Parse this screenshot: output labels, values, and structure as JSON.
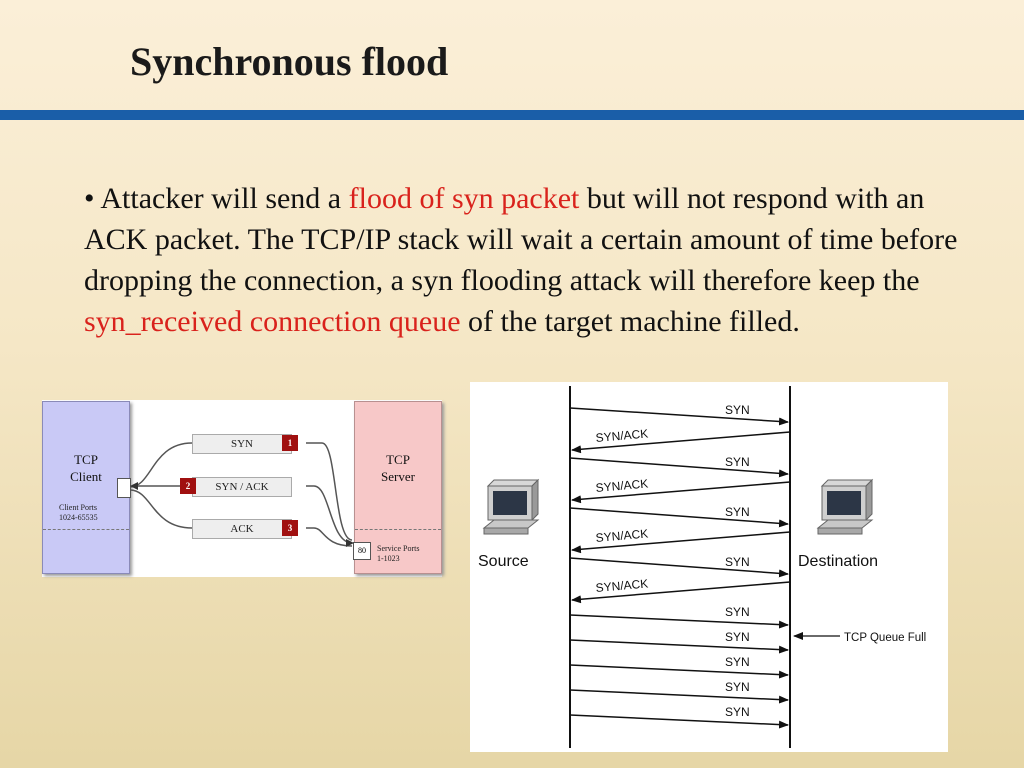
{
  "slide": {
    "title": "Synchronous flood",
    "bullet": {
      "marker": "•",
      "t1": "Attacker will send a ",
      "h1": "flood of syn packet",
      "t2": " but will not respond with an ACK packet. The TCP/IP stack will wait a certain amount of time before dropping the connection, a syn flooding attack will therefore keep the ",
      "h2": "syn_received connection queue",
      "t3": " of the target machine filled."
    }
  },
  "handshake": {
    "client": {
      "title1": "TCP",
      "title2": "Client",
      "ports1": "Client Ports",
      "ports2": "1024-65535"
    },
    "server": {
      "title1": "TCP",
      "title2": "Server",
      "port": "80",
      "ports1": "Service Ports",
      "ports2": "1-1023"
    },
    "messages": [
      {
        "label": "SYN",
        "num": "1"
      },
      {
        "label": "SYN / ACK",
        "num": "2"
      },
      {
        "label": "ACK",
        "num": "3"
      }
    ]
  },
  "flood": {
    "source": "Source",
    "destination": "Destination",
    "queue_full": "TCP Queue Full",
    "syn": "SYN",
    "synack": "SYN/ACK"
  },
  "colors": {
    "rule": "#1a5ea8",
    "highlight": "#d9221c",
    "client": "#c9c9f6",
    "server": "#f7c8c8",
    "badge": "#a01010"
  }
}
